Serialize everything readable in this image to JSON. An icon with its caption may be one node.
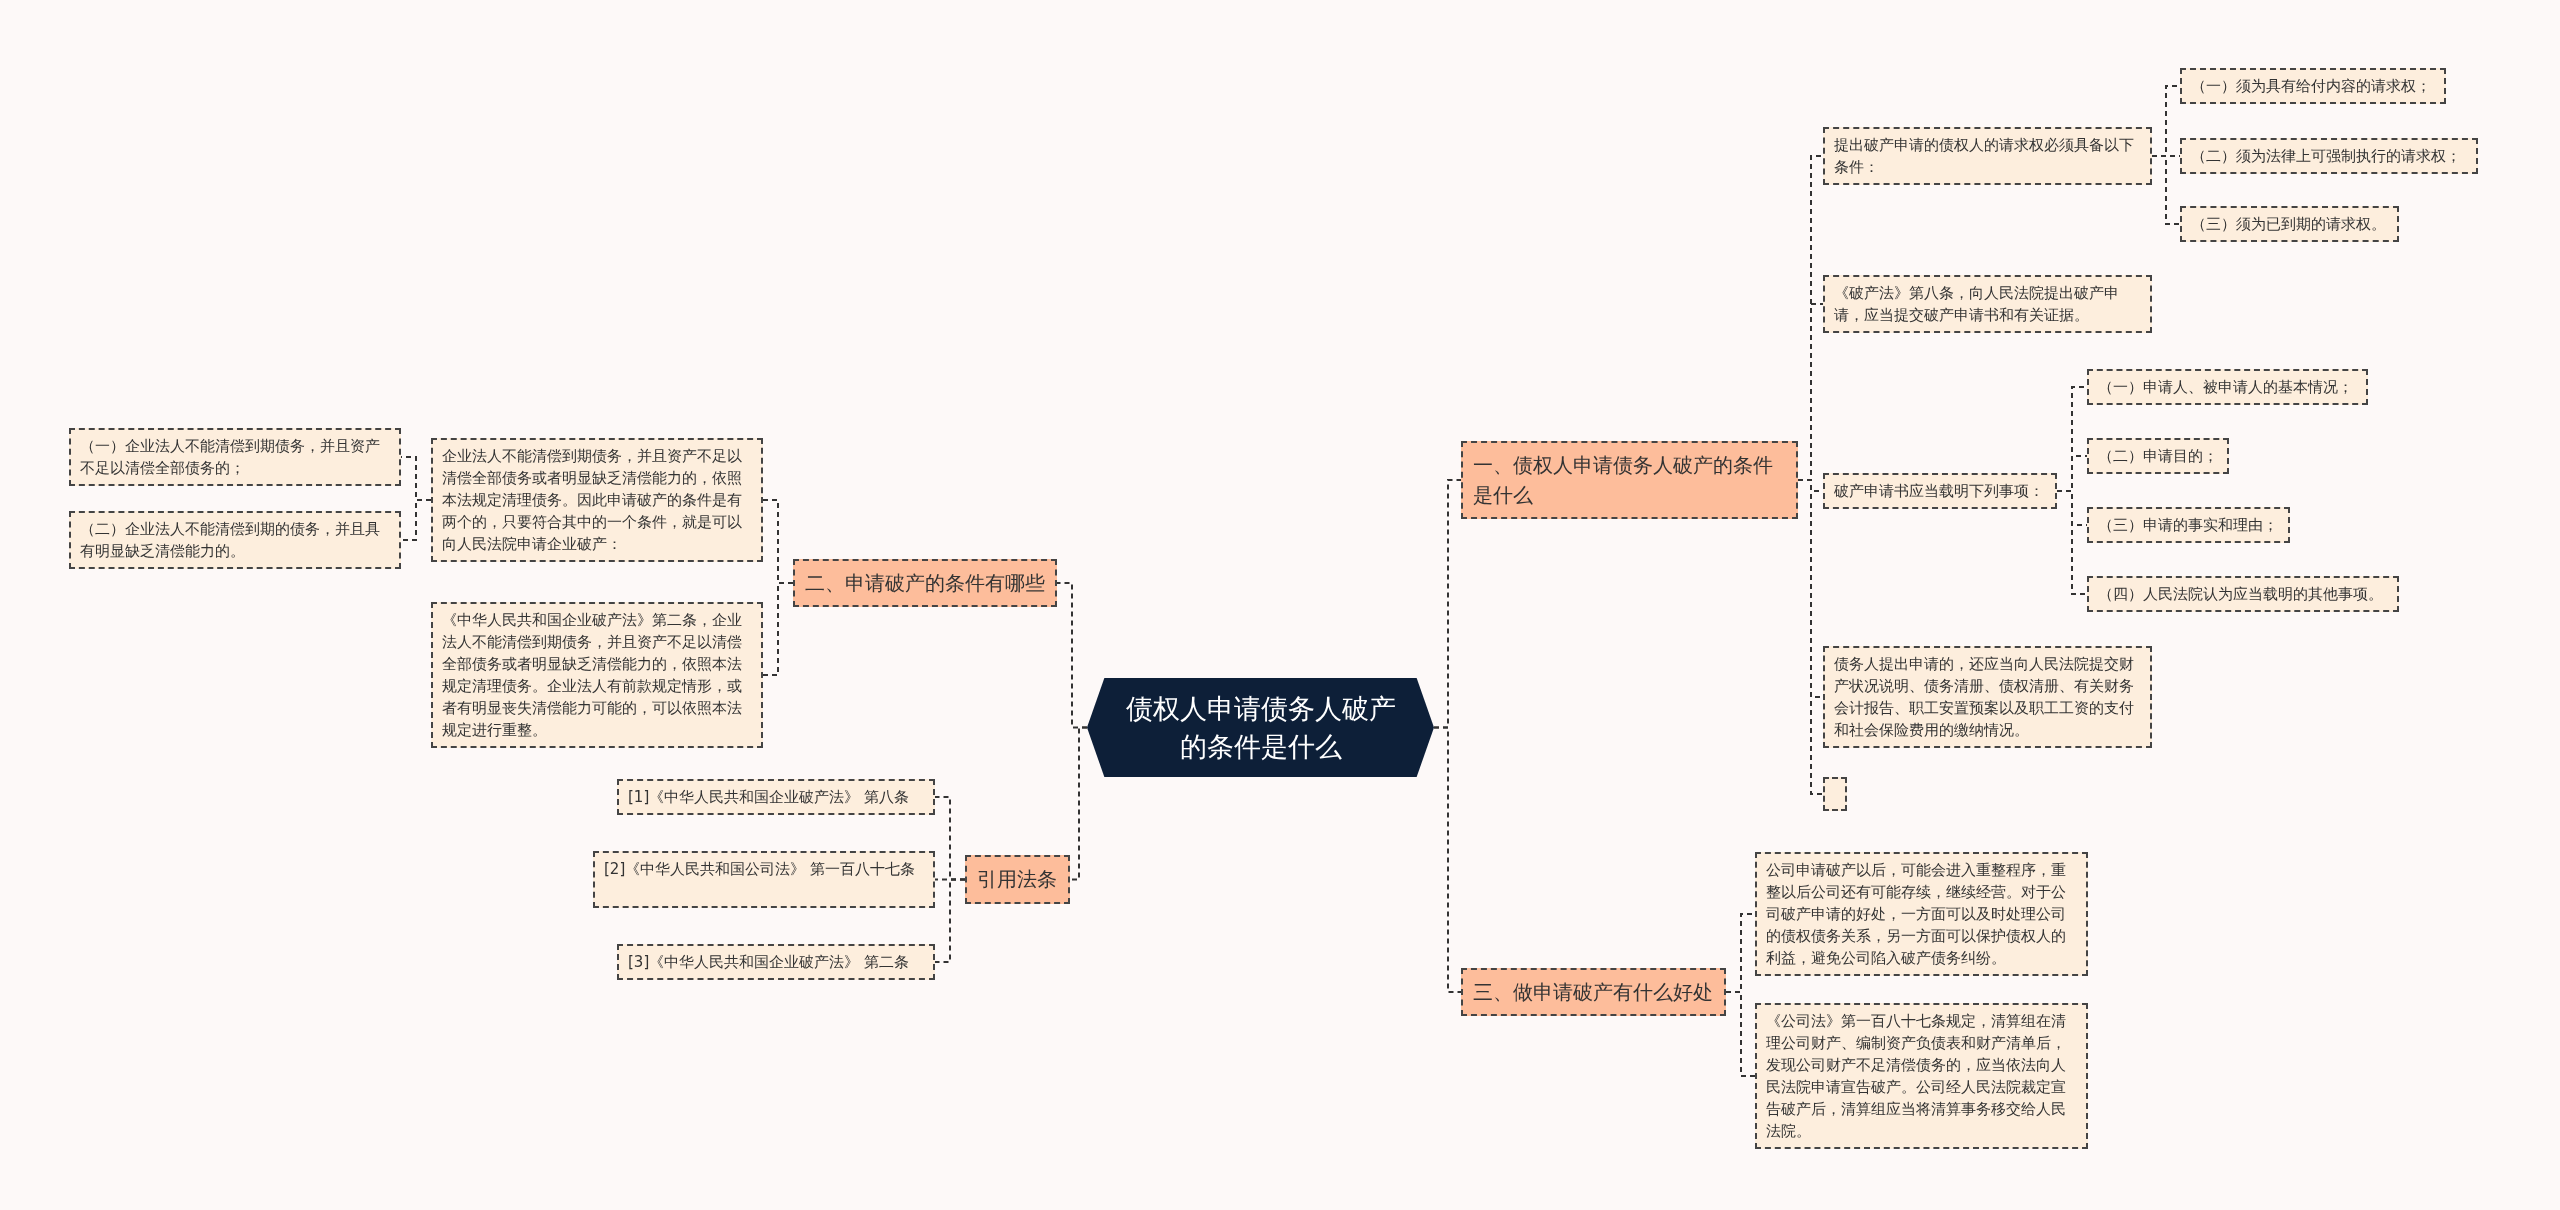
{
  "diagram": {
    "nodes": [
      {
        "text": [
          "债权人申请债务人破产的条件是什么"
        ]
      },
      {
        "text": [
          "一、债权人申请债务人破产的条件是什么"
        ]
      },
      {
        "text": [
          "提出破产申请的债权人的请求权必须具备以下条件："
        ]
      },
      {
        "text": [
          "（一）须为具有给付内容的请求权；"
        ]
      },
      {
        "text": [
          "（二）须为法律上可强制执行的请求权；"
        ]
      },
      {
        "text": [
          "（三）须为已到期的请求权。"
        ]
      },
      {
        "text": [
          "《破产法》第八条，向人民法院提出破产申请，应当提交破产申请书和有关证据。"
        ]
      },
      {
        "text": [
          "破产申请书应当载明下列事项："
        ]
      },
      {
        "text": [
          "（一）申请人、被申请人的基本情况；"
        ]
      },
      {
        "text": [
          "（二）申请目的；"
        ]
      },
      {
        "text": [
          "（三）申请的事实和理由；"
        ]
      },
      {
        "text": [
          "（四）人民法院认为应当载明的其他事项。"
        ]
      },
      {
        "text": [
          "债务人提出申请的，还应当向人民法院提交财产状况说明、债务清册、债权清册、有关财务会计报告、职工安置预案以及职工工资的支付和社会保险费用的缴纳情况。"
        ]
      },
      {
        "text": [],
        "shape": "box"
      },
      {
        "text": [
          "三、做申请破产有什么好处"
        ]
      },
      {
        "text": [
          "公司申请破产以后，可能会进入重整程序，重整以后公司还有可能存续，继续经营。对于公司破产申请的好处，一方面可以及时处理公司的债权债务关系，另一方面可以保护债权人的利益，避免公司陷入破产债务纠纷。"
        ]
      },
      {
        "text": [
          "《公司法》第一百八十七条规定，清算组在清理公司财产、编制资产负债表和财产清单后，发现公司财产不足清偿债务的，应当依法向人民法院申请宣告破产。公司经人民法院裁定宣告破产后，清算组应当将清算事务移交给人民法院。"
        ]
      },
      {
        "text": [
          "二、申请破产的条件有哪些"
        ]
      },
      {
        "text": [
          "企业法人不能清偿到期债务，并且资产不足以清偿全部债务或者明显缺乏清偿能力的，依照本法规定清理债务。因此申请破产的条件是有两个的，只要符合其中的一个条件，就是可以向人民法院申请企业破产："
        ]
      },
      {
        "text": [
          "（一）企业法人不能清偿到期债务，并且资产不足以清偿全部债务的；"
        ]
      },
      {
        "text": [
          "（二）企业法人不能清偿到期的债务，并且具有明显缺乏清偿能力的。"
        ]
      },
      {
        "text": [
          "《中华人民共和国企业破产法》第二条，企业法人不能清偿到期债务，并且资产不足以清偿全部债务或者明显缺乏清偿能力的，依照本法规定清理债务。企业法人有前款规定情形，或者有明显丧失清偿能力可能的，可以依照本法规定进行重整。"
        ]
      },
      {
        "text": [
          "引用法条"
        ]
      },
      {
        "text": [
          "[1]《中华人民共和国企业破产法》 第八条"
        ]
      },
      {
        "text": [
          "[2]《中华人民共和国公司法》 第一百八十七条"
        ]
      },
      {
        "text": [
          "[3]《中华人民共和国企业破产法》 第二条"
        ]
      }
    ],
    "edges": [
      {
        "from": 0,
        "to": 1,
        "arrow": "none"
      },
      {
        "from": 0,
        "to": 14,
        "arrow": "none"
      },
      {
        "from": 0,
        "to": 17,
        "arrow": "none"
      },
      {
        "from": 0,
        "to": 22,
        "arrow": "none"
      },
      {
        "from": 1,
        "to": 2,
        "arrow": "none"
      },
      {
        "from": 1,
        "to": 6,
        "arrow": "none"
      },
      {
        "from": 1,
        "to": 7,
        "arrow": "none"
      },
      {
        "from": 1,
        "to": 12,
        "arrow": "none"
      },
      {
        "from": 1,
        "to": 13,
        "arrow": "none"
      },
      {
        "from": 2,
        "to": 3,
        "arrow": "none"
      },
      {
        "from": 2,
        "to": 4,
        "arrow": "none"
      },
      {
        "from": 2,
        "to": 5,
        "arrow": "none"
      },
      {
        "from": 7,
        "to": 8,
        "arrow": "none"
      },
      {
        "from": 7,
        "to": 9,
        "arrow": "none"
      },
      {
        "from": 7,
        "to": 10,
        "arrow": "none"
      },
      {
        "from": 7,
        "to": 11,
        "arrow": "none"
      },
      {
        "from": 14,
        "to": 15,
        "arrow": "none"
      },
      {
        "from": 14,
        "to": 16,
        "arrow": "none"
      },
      {
        "from": 17,
        "to": 18,
        "arrow": "none"
      },
      {
        "from": 17,
        "to": 21,
        "arrow": "none"
      },
      {
        "from": 18,
        "to": 19,
        "arrow": "none"
      },
      {
        "from": 18,
        "to": 20,
        "arrow": "none"
      },
      {
        "from": 22,
        "to": 23,
        "arrow": "none"
      },
      {
        "from": 22,
        "to": 24,
        "arrow": "none"
      },
      {
        "from": 22,
        "to": 25,
        "arrow": "none"
      }
    ]
  }
}
